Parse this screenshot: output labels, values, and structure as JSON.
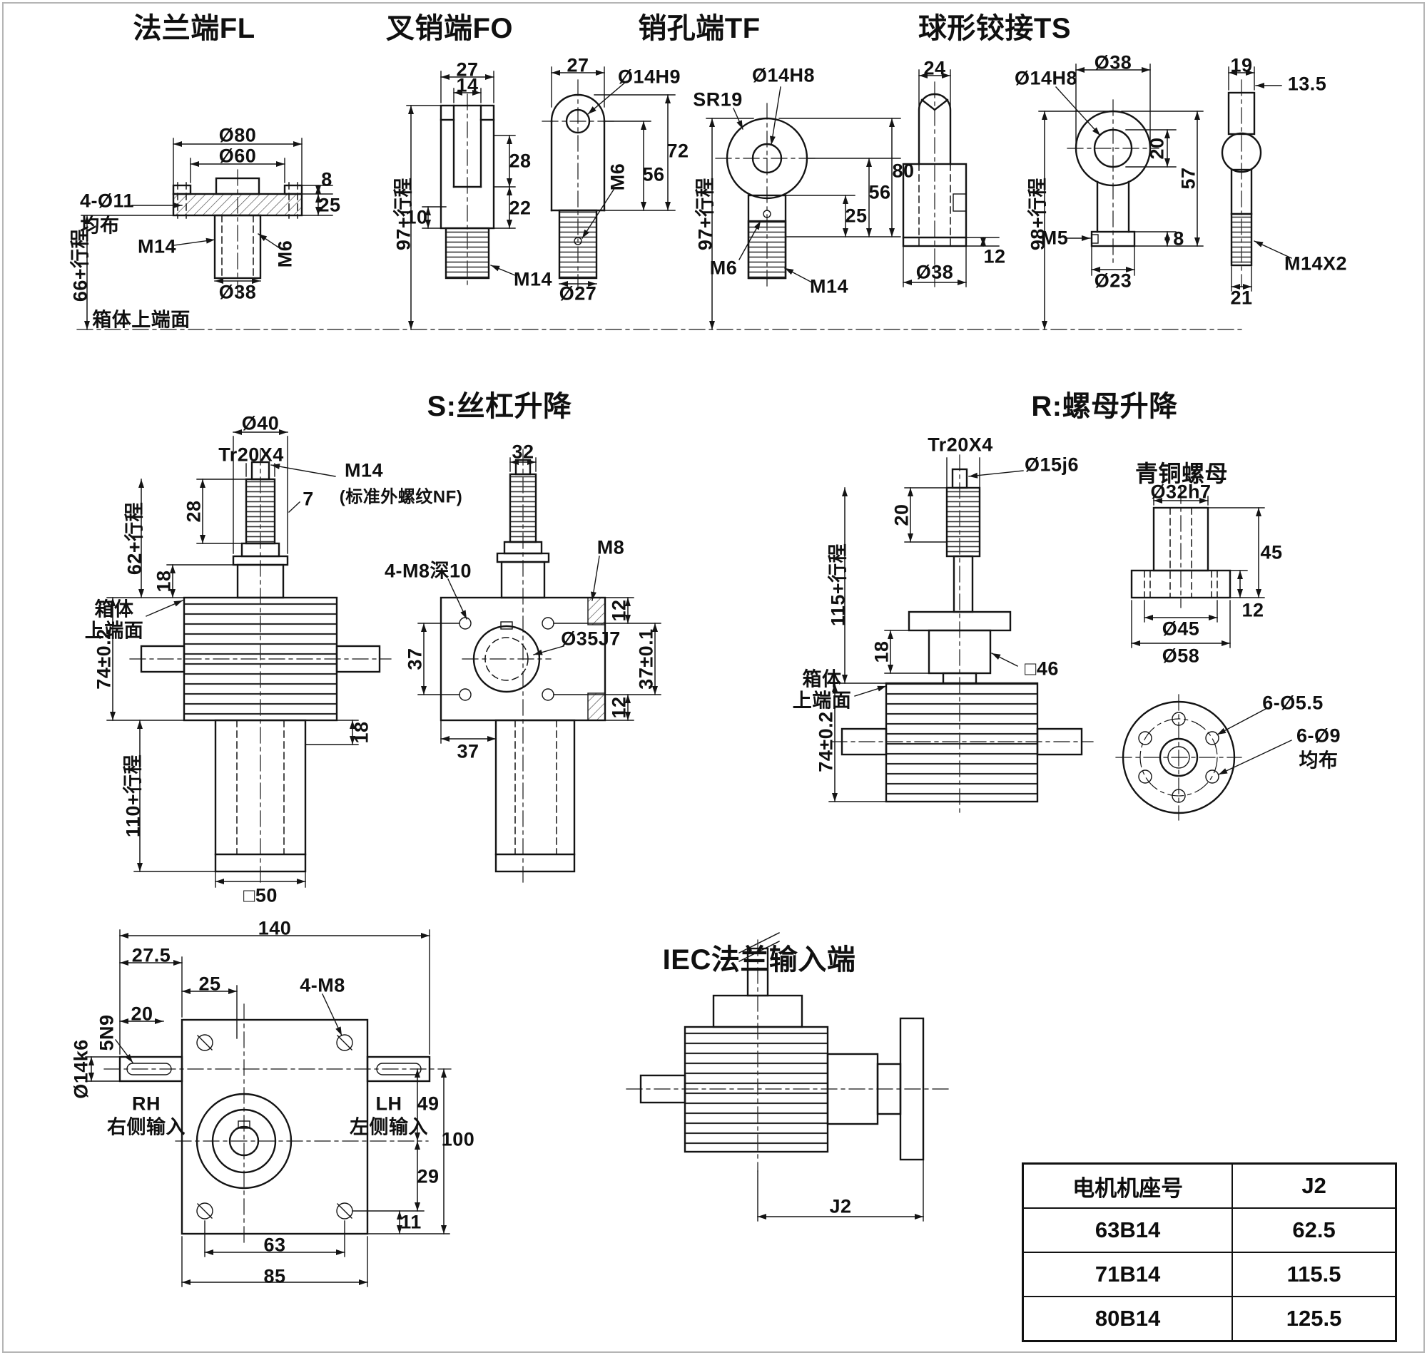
{
  "titles": {
    "fl": "法兰端FL",
    "fo": "叉销端FO",
    "tf": "销孔端TF",
    "ts": "球形铰接TS",
    "s": "S:丝杠升降",
    "r": "R:螺母升降",
    "bronze": "青铜螺母",
    "iec": "IEC法兰输入端"
  },
  "fl": {
    "d80": "Ø80",
    "d60": "Ø60",
    "h8": "8",
    "h25": "25",
    "holes": "4-Ø11",
    "evenly": "均布",
    "m14": "M14",
    "m6": "M6",
    "d38": "Ø38",
    "travel": "66+行程",
    "box_top": "箱体上端面"
  },
  "fo": {
    "w27l": "27",
    "w14": "14",
    "w27r": "27",
    "d14h9": "Ø14H9",
    "h28": "28",
    "h22": "22",
    "h10": "10",
    "travel": "97+行程",
    "m14": "M14",
    "d27": "Ø27",
    "m6": "M6",
    "h56": "56",
    "h72": "72"
  },
  "tf": {
    "sr19": "SR19",
    "d14h8": "Ø14H8",
    "w24": "24",
    "h25": "25",
    "h56": "56",
    "h80": "80",
    "m6": "M6",
    "m14": "M14",
    "d38": "Ø38",
    "h12": "12",
    "travel": "97+行程"
  },
  "ts": {
    "d14h8": "Ø14H8",
    "d38": "Ø38",
    "w19": "19",
    "w13_5": "13.5",
    "h20": "20",
    "h57": "57",
    "m5": "M5",
    "h8": "8",
    "d23": "Ø23",
    "m14x2": "M14X2",
    "w21": "21",
    "travel": "98+行程"
  },
  "s": {
    "d40": "Ø40",
    "tr20x4": "Tr20X4",
    "m14": "M14",
    "m14_note": "(标准外螺纹NF)",
    "h7": "7",
    "h28": "28",
    "h18a": "18",
    "travel62": "62+行程",
    "box1": "箱体",
    "box2": "上端面",
    "h74": "74±0.2",
    "travel110": "110+行程",
    "sq50": "□50",
    "w32": "32",
    "m8": "M8",
    "m8x4": "4-M8深10",
    "d35j7": "Ø35J7",
    "h12a": "12",
    "w37tol": "37±0.1",
    "h12b": "12",
    "w37l": "37",
    "h18b": "18",
    "w37b": "37"
  },
  "r": {
    "tr20x4": "Tr20X4",
    "d15j6": "Ø15j6",
    "h20": "20",
    "travel115": "115+行程",
    "box1": "箱体",
    "box2": "上端面",
    "h18": "18",
    "sq46": "□46",
    "h74": "74±0.2",
    "d32h7": "Ø32h7",
    "h45": "45",
    "d45": "Ø45",
    "h12": "12",
    "d58": "Ø58",
    "holes55": "6-Ø5.5",
    "holes9": "6-Ø9",
    "evenly": "均布"
  },
  "gear": {
    "w140": "140",
    "w27_5": "27.5",
    "w25": "25",
    "m8x4": "4-M8",
    "w20": "20",
    "key": "5N9",
    "shaft": "Ø14k6",
    "rh": "RH",
    "rh_label": "右侧输入",
    "lh": "LH",
    "lh_label": "左侧输入",
    "h49": "49",
    "h100": "100",
    "h29": "29",
    "h11": "11",
    "w63": "63",
    "w85": "85"
  },
  "iec": {
    "j2": "J2"
  },
  "table": {
    "col1": "电机机座号",
    "col2": "J2",
    "rows": [
      {
        "model": "63B14",
        "j2": "62.5"
      },
      {
        "model": "71B14",
        "j2": "115.5"
      },
      {
        "model": "80B14",
        "j2": "125.5"
      }
    ]
  }
}
